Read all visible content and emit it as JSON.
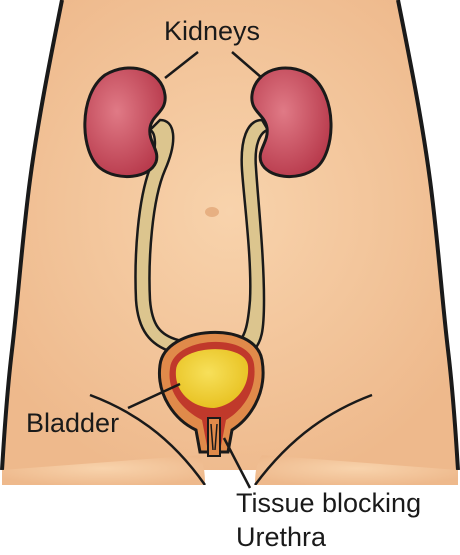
{
  "labels": {
    "kidneys": "Kidneys",
    "bladder": "Bladder",
    "blockage_line1": "Tissue blocking",
    "blockage_line2": "Urethra"
  },
  "colors": {
    "skin": "#f2c59a",
    "skin_shadow": "#e8ad80",
    "outline": "#1a1a1a",
    "kidney": "#c8485a",
    "kidney_highlight": "#e07a86",
    "ureter": "#dcc58e",
    "bladder_wall": "#e08a4a",
    "bladder_lining": "#c0392b",
    "urine": "#f0cf2c"
  }
}
